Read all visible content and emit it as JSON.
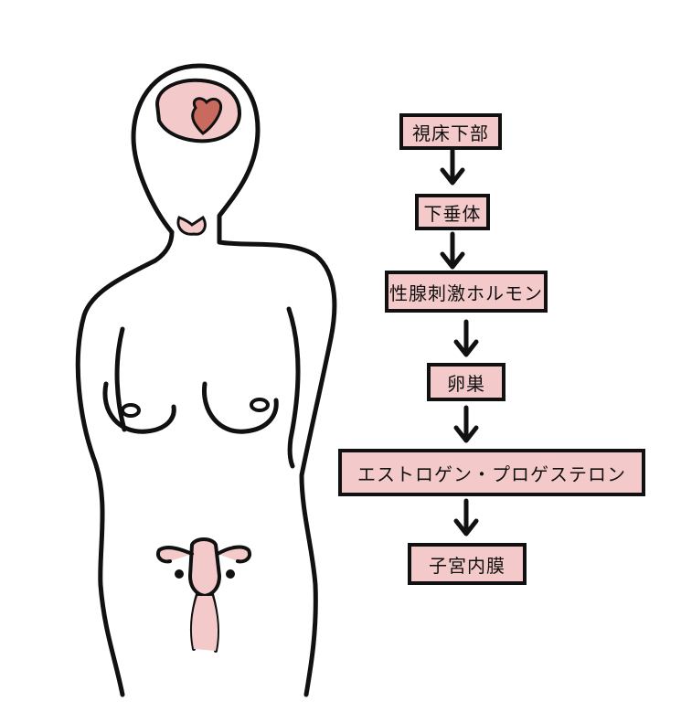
{
  "colors": {
    "fill": "#f3c9c9",
    "accent": "#e6a8a8",
    "heart": "#c96a5e",
    "ink": "#111111"
  },
  "flow": {
    "steps": [
      {
        "label": "視床下部"
      },
      {
        "label": "下垂体"
      },
      {
        "label": "性腺刺激ホルモン"
      },
      {
        "label": "卵巣"
      },
      {
        "label": "エストロゲン・プロゲステロン"
      },
      {
        "label": "子宮内膜"
      }
    ]
  }
}
